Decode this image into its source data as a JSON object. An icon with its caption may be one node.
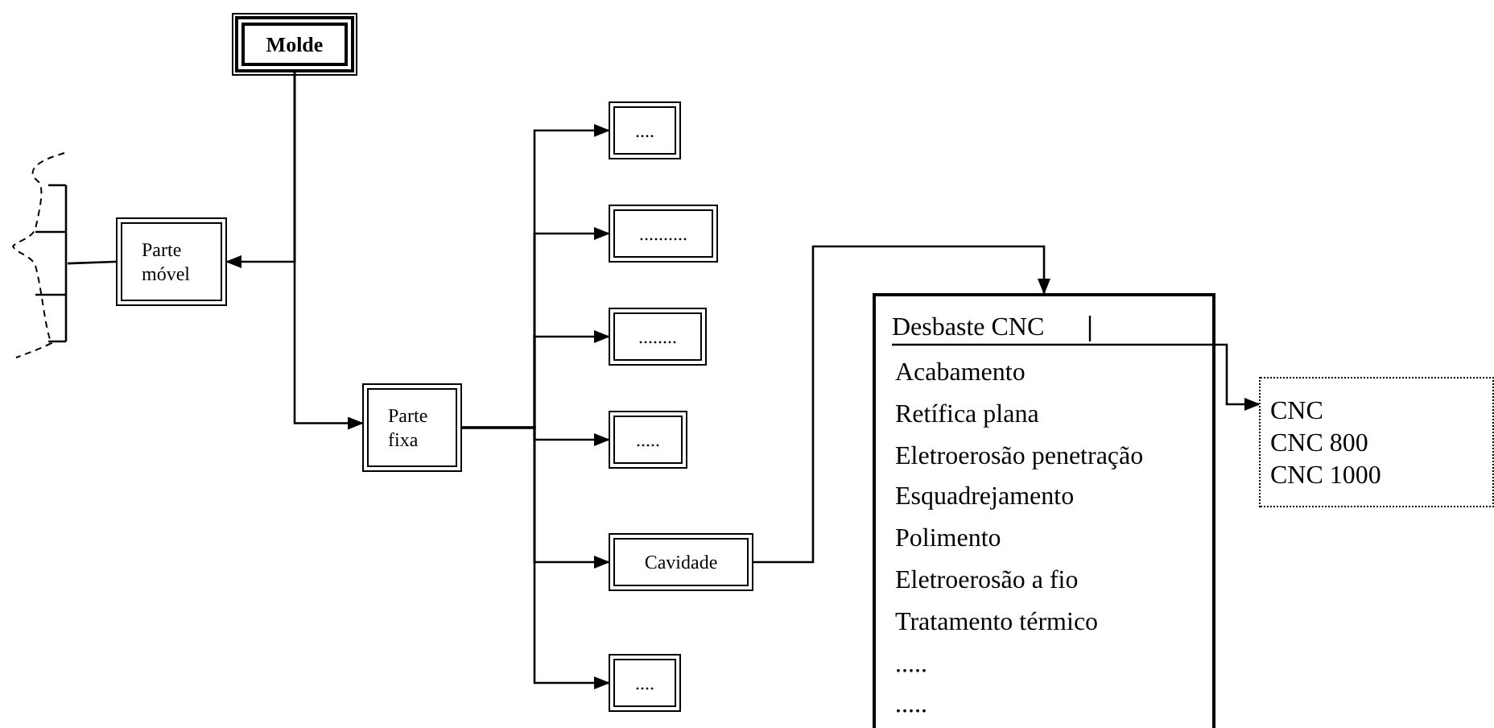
{
  "diagram": {
    "nodes": [
      {
        "text": [
          "Molde"
        ]
      },
      {
        "text": [
          "Parte móvel"
        ]
      },
      {
        "text": [
          "Parte fixa"
        ]
      },
      {
        "text": [
          "...."
        ]
      },
      {
        "text": [
          ".........."
        ]
      },
      {
        "text": [
          "........"
        ]
      },
      {
        "text": [
          "....."
        ]
      },
      {
        "text": [
          "Cavidade"
        ]
      },
      {
        "text": [
          "...."
        ]
      },
      {
        "text": [
          "Acabamento",
          "Retífica plana",
          "Eletroerosão penetração",
          "Esquadrejamento",
          "Polimento",
          "Eletroerosão a fio",
          "Tratamento térmico",
          ".....",
          "....."
        ]
      },
      {
        "text": [
          "Desbaste CNC"
        ],
        "in": 9
      },
      {
        "text": [
          "CNC",
          "CNC 800",
          "CNC 1000"
        ]
      },
      {
        "text": [],
        "shape": "brace"
      }
    ],
    "edges": [
      {
        "from": 0,
        "to": 1,
        "arrow": "to"
      },
      {
        "from": 0,
        "to": 2,
        "arrow": "to"
      },
      {
        "from": 2,
        "to": 3,
        "arrow": "to"
      },
      {
        "from": 2,
        "to": 4,
        "arrow": "to"
      },
      {
        "from": 2,
        "to": 5,
        "arrow": "to"
      },
      {
        "from": 2,
        "to": 6,
        "arrow": "to"
      },
      {
        "from": 2,
        "to": 7,
        "arrow": "to"
      },
      {
        "from": 2,
        "to": 8,
        "arrow": "to"
      },
      {
        "from": 7,
        "to": 9,
        "arrow": "to"
      },
      {
        "from": 10,
        "to": 11,
        "arrow": "to"
      },
      {
        "from": 1,
        "to": 12,
        "arrow": "none"
      }
    ]
  }
}
